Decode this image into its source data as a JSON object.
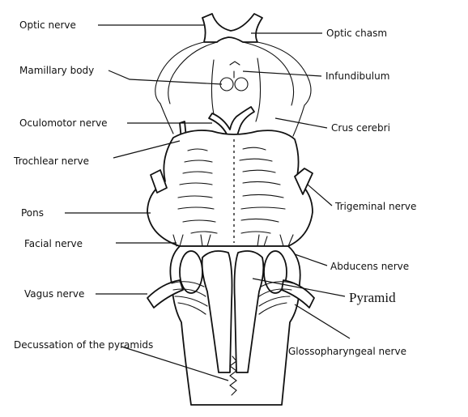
{
  "labels": {
    "optic_nerve": "Optic nerve",
    "optic_chiasm": "Optic chasm",
    "mamillary_body": "Mamillary body",
    "infundibulum": "Infundibulum",
    "oculomotor_nerve": "Oculomotor nerve",
    "crus_cerebri": "Crus cerebri",
    "trochlear_nerve": "Trochlear nerve",
    "pons": "Pons",
    "trigeminal_nerve": "Trigeminal nerve",
    "facial_nerve": "Facial nerve",
    "abducens_nerve": "Abducens nerve",
    "vagus_nerve": "Vagus nerve",
    "pyramid": "Pyramid",
    "decussation": "Decussation of the pyramids",
    "glossopharyngeal_nerve": "Glossopharyngeal nerve"
  }
}
